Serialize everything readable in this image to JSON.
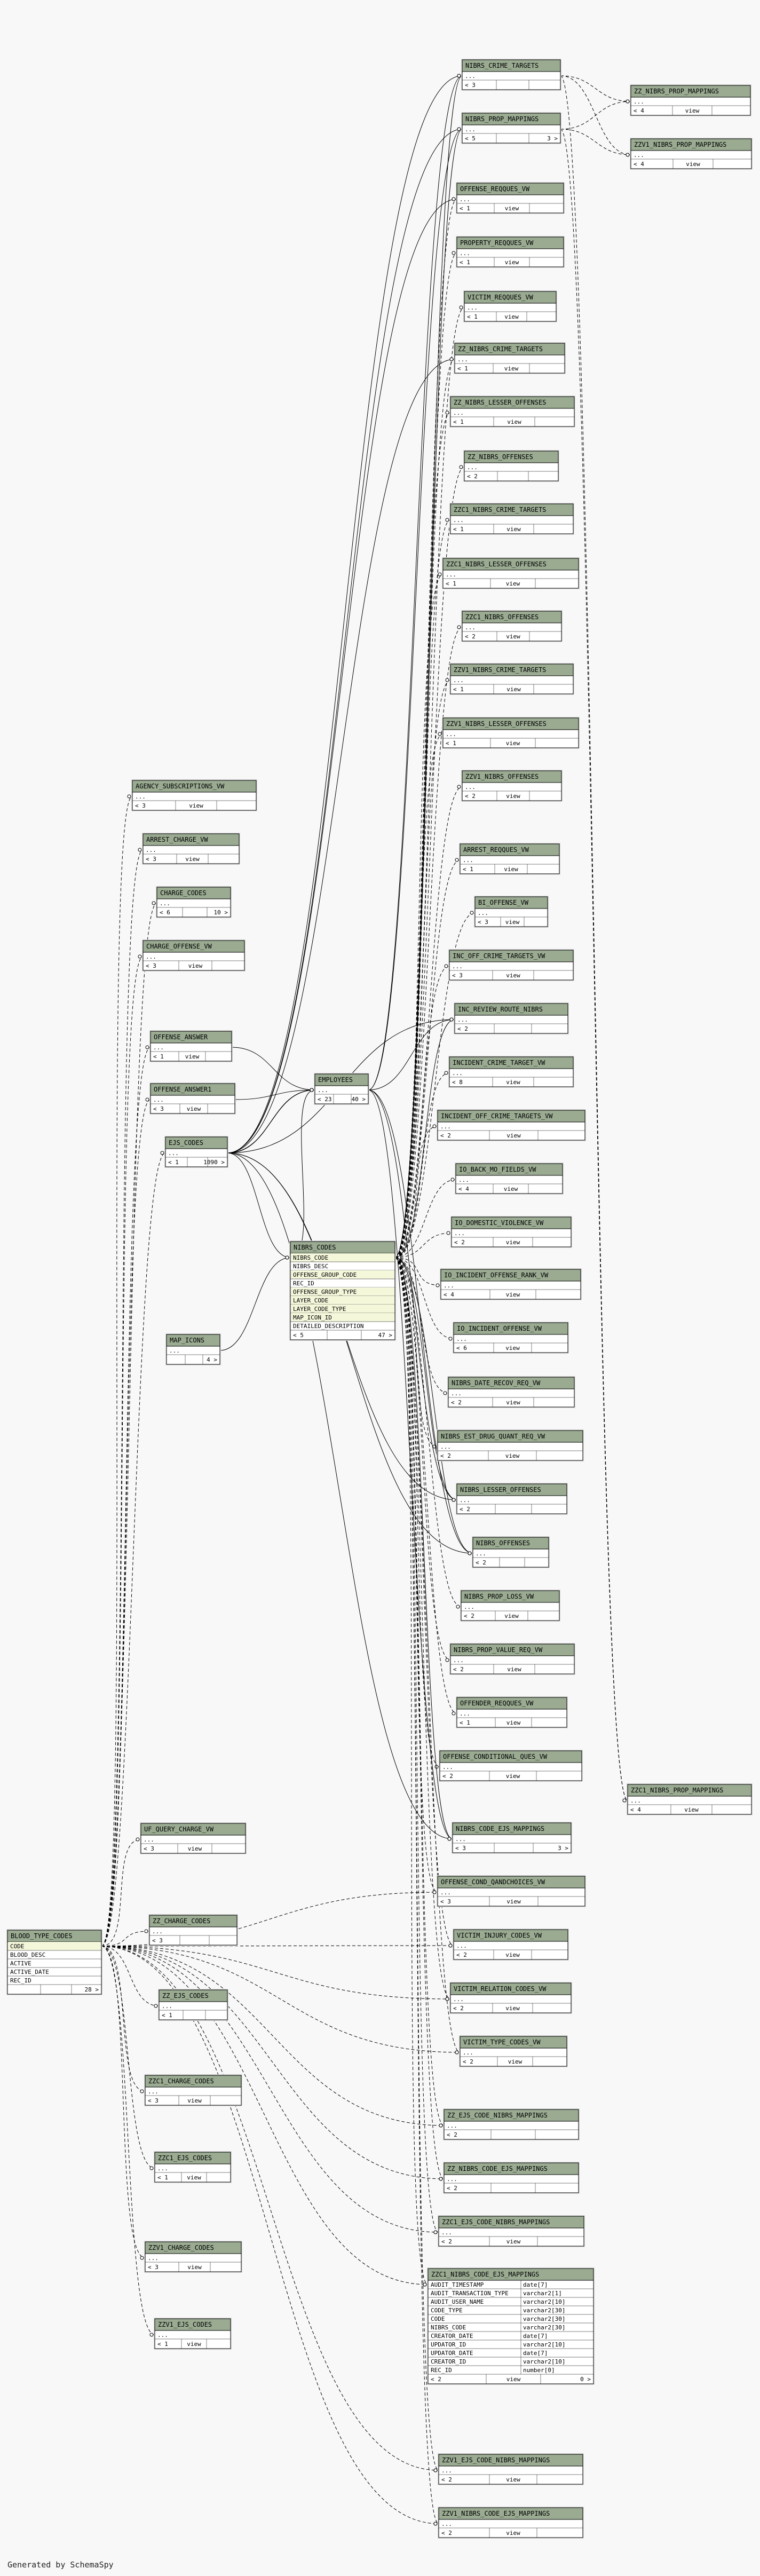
{
  "footer": "Generated by SchemaSpy",
  "tables": [
    {
      "id": "NIBRS_CRIME_TARGETS",
      "title": "NIBRS_CRIME_TARGETS",
      "rows": [
        "..."
      ],
      "stats": [
        "< 3",
        "",
        ""
      ]
    },
    {
      "id": "NIBRS_PROP_MAPPINGS",
      "title": "NIBRS_PROP_MAPPINGS",
      "rows": [
        "..."
      ],
      "stats": [
        "< 5",
        "",
        "3 >"
      ]
    },
    {
      "id": "ZZ_NIBRS_PROP_MAPPINGS",
      "title": "ZZ_NIBRS_PROP_MAPPINGS",
      "rows": [
        "..."
      ],
      "stats": [
        "< 4",
        "view",
        ""
      ]
    },
    {
      "id": "ZZV1_NIBRS_PROP_MAPPINGS",
      "title": "ZZV1_NIBRS_PROP_MAPPINGS",
      "rows": [
        "..."
      ],
      "stats": [
        "< 4",
        "view",
        ""
      ]
    },
    {
      "id": "OFFENSE_REQQUES_VW",
      "title": "OFFENSE_REQQUES_VW",
      "rows": [
        "..."
      ],
      "stats": [
        "< 1",
        "view",
        ""
      ]
    },
    {
      "id": "PROPERTY_REQQUES_VW",
      "title": "PROPERTY_REQQUES_VW",
      "rows": [
        "..."
      ],
      "stats": [
        "< 1",
        "view",
        ""
      ]
    },
    {
      "id": "VICTIM_REQQUES_VW",
      "title": "VICTIM_REQQUES_VW",
      "rows": [
        "..."
      ],
      "stats": [
        "< 1",
        "view",
        ""
      ]
    },
    {
      "id": "ZZ_NIBRS_CRIME_TARGETS",
      "title": "ZZ_NIBRS_CRIME_TARGETS",
      "rows": [
        "..."
      ],
      "stats": [
        "< 1",
        "view",
        ""
      ]
    },
    {
      "id": "ZZ_NIBRS_LESSER_OFFENSES",
      "title": "ZZ_NIBRS_LESSER_OFFENSES",
      "rows": [
        "..."
      ],
      "stats": [
        "< 1",
        "view",
        ""
      ]
    },
    {
      "id": "ZZ_NIBRS_OFFENSES",
      "title": "ZZ_NIBRS_OFFENSES",
      "rows": [
        "..."
      ],
      "stats": [
        "< 2",
        "",
        ""
      ]
    },
    {
      "id": "ZZC1_NIBRS_CRIME_TARGETS",
      "title": "ZZC1_NIBRS_CRIME_TARGETS",
      "rows": [
        "..."
      ],
      "stats": [
        "< 1",
        "view",
        ""
      ]
    },
    {
      "id": "ZZC1_NIBRS_LESSER_OFFENSES",
      "title": "ZZC1_NIBRS_LESSER_OFFENSES",
      "rows": [
        "..."
      ],
      "stats": [
        "< 1",
        "view",
        ""
      ]
    },
    {
      "id": "ZZC1_NIBRS_OFFENSES",
      "title": "ZZC1_NIBRS_OFFENSES",
      "rows": [
        "..."
      ],
      "stats": [
        "< 2",
        "view",
        ""
      ]
    },
    {
      "id": "ZZV1_NIBRS_CRIME_TARGETS",
      "title": "ZZV1_NIBRS_CRIME_TARGETS",
      "rows": [
        "..."
      ],
      "stats": [
        "< 1",
        "view",
        ""
      ]
    },
    {
      "id": "ZZV1_NIBRS_LESSER_OFFENSES",
      "title": "ZZV1_NIBRS_LESSER_OFFENSES",
      "rows": [
        "..."
      ],
      "stats": [
        "< 1",
        "view",
        ""
      ]
    },
    {
      "id": "ZZV1_NIBRS_OFFENSES",
      "title": "ZZV1_NIBRS_OFFENSES",
      "rows": [
        "..."
      ],
      "stats": [
        "< 2",
        "view",
        ""
      ]
    },
    {
      "id": "ARREST_REQQUES_VW",
      "title": "ARREST_REQQUES_VW",
      "rows": [
        "..."
      ],
      "stats": [
        "< 1",
        "view",
        ""
      ]
    },
    {
      "id": "BI_OFFENSE_VW",
      "title": "BI_OFFENSE_VW",
      "rows": [
        "..."
      ],
      "stats": [
        "< 3",
        "view",
        ""
      ]
    },
    {
      "id": "INC_OFF_CRIME_TARGETS_VW",
      "title": "INC_OFF_CRIME_TARGETS_VW",
      "rows": [
        "..."
      ],
      "stats": [
        "< 3",
        "view",
        ""
      ]
    },
    {
      "id": "INC_REVIEW_ROUTE_NIBRS",
      "title": "INC_REVIEW_ROUTE_NIBRS",
      "rows": [
        "..."
      ],
      "stats": [
        "< 2",
        "",
        ""
      ]
    },
    {
      "id": "INCIDENT_CRIME_TARGET_VW",
      "title": "INCIDENT_CRIME_TARGET_VW",
      "rows": [
        "..."
      ],
      "stats": [
        "< 8",
        "view",
        ""
      ]
    },
    {
      "id": "INCIDENT_OFF_CRIME_TARGETS_VW",
      "title": "INCIDENT_OFF_CRIME_TARGETS_VW",
      "rows": [
        "..."
      ],
      "stats": [
        "< 2",
        "view",
        ""
      ]
    },
    {
      "id": "IO_BACK_MO_FIELDS_VW",
      "title": "IO_BACK_MO_FIELDS_VW",
      "rows": [
        "..."
      ],
      "stats": [
        "< 4",
        "view",
        ""
      ]
    },
    {
      "id": "IO_DOMESTIC_VIOLENCE_VW",
      "title": "IO_DOMESTIC_VIOLENCE_VW",
      "rows": [
        "..."
      ],
      "stats": [
        "< 2",
        "view",
        ""
      ]
    },
    {
      "id": "IO_INCIDENT_OFFENSE_RANK_VW",
      "title": "IO_INCIDENT_OFFENSE_RANK_VW",
      "rows": [
        "..."
      ],
      "stats": [
        "< 4",
        "view",
        ""
      ]
    },
    {
      "id": "IO_INCIDENT_OFFENSE_VW",
      "title": "IO_INCIDENT_OFFENSE_VW",
      "rows": [
        "..."
      ],
      "stats": [
        "< 6",
        "view",
        ""
      ]
    },
    {
      "id": "NIBRS_DATE_RECOV_REQ_VW",
      "title": "NIBRS_DATE_RECOV_REQ_VW",
      "rows": [
        "..."
      ],
      "stats": [
        "< 2",
        "view",
        ""
      ]
    },
    {
      "id": "NIBRS_EST_DRUG_QUANT_REQ_VW",
      "title": "NIBRS_EST_DRUG_QUANT_REQ_VW",
      "rows": [
        "..."
      ],
      "stats": [
        "< 2",
        "view",
        ""
      ]
    },
    {
      "id": "NIBRS_LESSER_OFFENSES",
      "title": "NIBRS_LESSER_OFFENSES",
      "rows": [
        "..."
      ],
      "stats": [
        "< 2",
        "",
        ""
      ]
    },
    {
      "id": "NIBRS_OFFENSES",
      "title": "NIBRS_OFFENSES",
      "rows": [
        "..."
      ],
      "stats": [
        "< 2",
        "",
        ""
      ]
    },
    {
      "id": "NIBRS_PROP_LOSS_VW",
      "title": "NIBRS_PROP_LOSS_VW",
      "rows": [
        "..."
      ],
      "stats": [
        "< 2",
        "view",
        ""
      ]
    },
    {
      "id": "NIBRS_PROP_VALUE_REQ_VW",
      "title": "NIBRS_PROP_VALUE_REQ_VW",
      "rows": [
        "..."
      ],
      "stats": [
        "< 2",
        "view",
        ""
      ]
    },
    {
      "id": "OFFENDER_REQQUES_VW",
      "title": "OFFENDER_REQQUES_VW",
      "rows": [
        "..."
      ],
      "stats": [
        "< 1",
        "view",
        ""
      ]
    },
    {
      "id": "OFFENSE_CONDITIONAL_QUES_VW",
      "title": "OFFENSE_CONDITIONAL_QUES_VW",
      "rows": [
        "..."
      ],
      "stats": [
        "< 2",
        "view",
        ""
      ]
    },
    {
      "id": "ZZC1_NIBRS_PROP_MAPPINGS",
      "title": "ZZC1_NIBRS_PROP_MAPPINGS",
      "rows": [
        "..."
      ],
      "stats": [
        "< 4",
        "view",
        ""
      ]
    },
    {
      "id": "NIBRS_CODE_EJS_MAPPINGS",
      "title": "NIBRS_CODE_EJS_MAPPINGS",
      "rows": [
        "..."
      ],
      "stats": [
        "< 3",
        "",
        "3 >"
      ]
    },
    {
      "id": "OFFENSE_COND_QANDCHOICES_VW",
      "title": "OFFENSE_COND_QANDCHOICES_VW",
      "rows": [
        "..."
      ],
      "stats": [
        "< 3",
        "view",
        ""
      ]
    },
    {
      "id": "VICTIM_INJURY_CODES_VW",
      "title": "VICTIM_INJURY_CODES_VW",
      "rows": [
        "..."
      ],
      "stats": [
        "< 2",
        "view",
        ""
      ]
    },
    {
      "id": "VICTIM_RELATION_CODES_VW",
      "title": "VICTIM_RELATION_CODES_VW",
      "rows": [
        "..."
      ],
      "stats": [
        "< 2",
        "view",
        ""
      ]
    },
    {
      "id": "VICTIM_TYPE_CODES_VW",
      "title": "VICTIM_TYPE_CODES_VW",
      "rows": [
        "..."
      ],
      "stats": [
        "< 2",
        "view",
        ""
      ]
    },
    {
      "id": "ZZ_EJS_CODE_NIBRS_MAPPINGS",
      "title": "ZZ_EJS_CODE_NIBRS_MAPPINGS",
      "rows": [
        "..."
      ],
      "stats": [
        "< 2",
        "",
        ""
      ]
    },
    {
      "id": "ZZ_NIBRS_CODE_EJS_MAPPINGS",
      "title": "ZZ_NIBRS_CODE_EJS_MAPPINGS",
      "rows": [
        "..."
      ],
      "stats": [
        "< 2",
        "",
        ""
      ]
    },
    {
      "id": "ZZC1_EJS_CODE_NIBRS_MAPPINGS",
      "title": "ZZC1_EJS_CODE_NIBRS_MAPPINGS",
      "rows": [
        "..."
      ],
      "stats": [
        "< 2",
        "view",
        ""
      ]
    },
    {
      "id": "ZZV1_EJS_CODE_NIBRS_MAPPINGS",
      "title": "ZZV1_EJS_CODE_NIBRS_MAPPINGS",
      "rows": [
        "..."
      ],
      "stats": [
        "< 2",
        "view",
        ""
      ]
    },
    {
      "id": "ZZV1_NIBRS_CODE_EJS_MAPPINGS",
      "title": "ZZV1_NIBRS_CODE_EJS_MAPPINGS",
      "rows": [
        "..."
      ],
      "stats": [
        "< 2",
        "view",
        ""
      ]
    },
    {
      "id": "AGENCY_SUBSCRIPTIONS_VW",
      "title": "AGENCY_SUBSCRIPTIONS_VW",
      "rows": [
        "..."
      ],
      "stats": [
        "< 3",
        "view",
        ""
      ]
    },
    {
      "id": "ARREST_CHARGE_VW",
      "title": "ARREST_CHARGE_VW",
      "rows": [
        "..."
      ],
      "stats": [
        "< 3",
        "view",
        ""
      ]
    },
    {
      "id": "CHARGE_CODES",
      "title": "CHARGE_CODES",
      "rows": [
        "..."
      ],
      "stats": [
        "< 6",
        "",
        "10 >"
      ]
    },
    {
      "id": "CHARGE_OFFENSE_VW",
      "title": "CHARGE_OFFENSE_VW",
      "rows": [
        "..."
      ],
      "stats": [
        "< 3",
        "view",
        ""
      ]
    },
    {
      "id": "OFFENSE_ANSWER",
      "title": "OFFENSE_ANSWER",
      "rows": [
        "..."
      ],
      "stats": [
        "< 1",
        "view",
        ""
      ]
    },
    {
      "id": "OFFENSE_ANSWER1",
      "title": "OFFENSE_ANSWER1",
      "rows": [
        "..."
      ],
      "stats": [
        "< 3",
        "view",
        ""
      ]
    },
    {
      "id": "EJS_CODES",
      "title": "EJS_CODES",
      "rows": [
        "..."
      ],
      "stats": [
        "< 1",
        "",
        "1090 >"
      ]
    },
    {
      "id": "EMPLOYEES",
      "title": "EMPLOYEES",
      "rows": [
        "..."
      ],
      "stats": [
        "< 23",
        "",
        "40 >"
      ]
    },
    {
      "id": "NIBRS_CODES",
      "title": "NIBRS_CODES",
      "rows": [
        "NIBRS_CODE",
        "NIBRS_DESC",
        "OFFENSE_GROUP_CODE",
        "REC_ID",
        "OFFENSE_GROUP_TYPE",
        "LAYER_CODE",
        "LAYER_CODE_TYPE",
        "MAP_ICON_ID",
        "DETAILED_DESCRIPTION"
      ],
      "stats": [
        "< 5",
        "",
        "47 >"
      ]
    },
    {
      "id": "MAP_ICONS",
      "title": "MAP_ICONS",
      "rows": [
        "..."
      ],
      "stats": [
        "",
        "",
        "4 >"
      ]
    },
    {
      "id": "UF_QUERY_CHARGE_VW",
      "title": "UF_QUERY_CHARGE_VW",
      "rows": [
        "..."
      ],
      "stats": [
        "< 3",
        "view",
        ""
      ]
    },
    {
      "id": "BLOOD_TYPE_CODES",
      "title": "BLOOD_TYPE_CODES",
      "rows": [
        "CODE",
        "BLOOD_DESC",
        "ACTIVE",
        "ACTIVE_DATE",
        "REC_ID"
      ],
      "stats": [
        "",
        "",
        "28 >"
      ]
    },
    {
      "id": "ZZ_CHARGE_CODES",
      "title": "ZZ_CHARGE_CODES",
      "rows": [
        "..."
      ],
      "stats": [
        "< 3",
        "",
        ""
      ]
    },
    {
      "id": "ZZ_EJS_CODES",
      "title": "ZZ_EJS_CODES",
      "rows": [
        "..."
      ],
      "stats": [
        "< 1",
        "",
        ""
      ]
    },
    {
      "id": "ZZC1_CHARGE_CODES",
      "title": "ZZC1_CHARGE_CODES",
      "rows": [
        "..."
      ],
      "stats": [
        "< 3",
        "view",
        ""
      ]
    },
    {
      "id": "ZZC1_EJS_CODES",
      "title": "ZZC1_EJS_CODES",
      "rows": [
        "..."
      ],
      "stats": [
        "< 1",
        "view",
        ""
      ]
    },
    {
      "id": "ZZV1_CHARGE_CODES",
      "title": "ZZV1_CHARGE_CODES",
      "rows": [
        "..."
      ],
      "stats": [
        "< 3",
        "view",
        ""
      ]
    },
    {
      "id": "ZZV1_EJS_CODES",
      "title": "ZZV1_EJS_CODES",
      "rows": [
        "..."
      ],
      "stats": [
        "< 1",
        "view",
        ""
      ]
    },
    {
      "id": "ZZC1_NIBRS_CODE_EJS_MAPPINGS",
      "title": "ZZC1_NIBRS_CODE_EJS_MAPPINGS",
      "rows": [
        {
          "name": "AUDIT_TIMESTAMP",
          "type": "date[7]"
        },
        {
          "name": "AUDIT_TRANSACTION_TYPE",
          "type": "varchar2[1]"
        },
        {
          "name": "AUDIT_USER_NAME",
          "type": "varchar2[10]"
        },
        {
          "name": "CODE_TYPE",
          "type": "varchar2[30]"
        },
        {
          "name": "CODE",
          "type": "varchar2[30]"
        },
        {
          "name": "NIBRS_CODE",
          "type": "varchar2[30]"
        },
        {
          "name": "CREATOR_DATE",
          "type": "date[7]"
        },
        {
          "name": "UPDATOR_ID",
          "type": "varchar2[10]"
        },
        {
          "name": "UPDATOR_DATE",
          "type": "date[7]"
        },
        {
          "name": "CREATOR_ID",
          "type": "varchar2[10]"
        },
        {
          "name": "REC_ID",
          "type": "number[0]"
        }
      ],
      "stats": [
        "< 2",
        "view",
        "0 >"
      ]
    }
  ]
}
